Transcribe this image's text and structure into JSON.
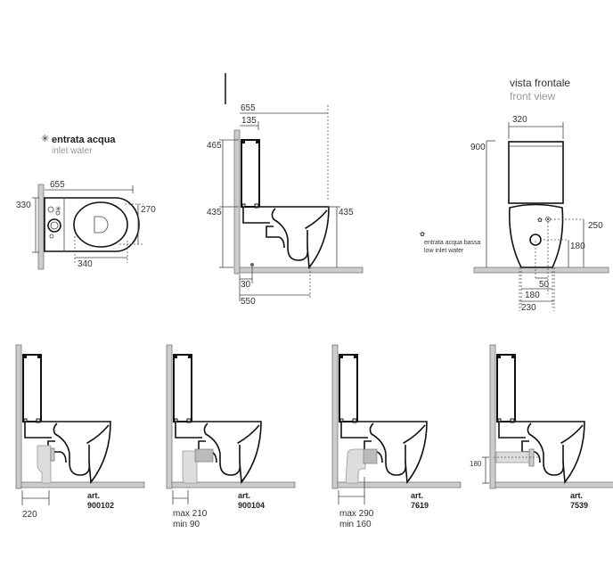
{
  "plan_view": {
    "legend_it": "entrata acqua",
    "legend_en": "inlet water",
    "legend_icon": "asterisk-icon",
    "dim_length": "655",
    "dim_depth": "330",
    "dim_seat_width": "270",
    "dim_seat_offset": "340"
  },
  "side_view": {
    "dim_length": "655",
    "dim_tank_depth": "135",
    "dim_tank_height": "465",
    "dim_bowl_height_left": "435",
    "dim_bowl_height_right": "435",
    "dim_inlet_offset": "30",
    "dim_outlet_offset": "550"
  },
  "front_view": {
    "title_it": "vista frontale",
    "title_en": "front view",
    "dim_width": "320",
    "dim_total_height": "900",
    "dim_inlet_height": "250",
    "dim_outlet_height": "180",
    "dim_offset": "50",
    "dim_base_inner": "180",
    "dim_base_outer": "230",
    "low_inlet_it": "entrata acqua bassa",
    "low_inlet_en": "low inlet water"
  },
  "variants": [
    {
      "art_label": "art.",
      "art_code": "900102",
      "dim_line1": "220",
      "dim_line2": ""
    },
    {
      "art_label": "art.",
      "art_code": "900104",
      "dim_line1": "max 210",
      "dim_line2": "min  90"
    },
    {
      "art_label": "art.",
      "art_code": "7619",
      "dim_line1": "max 290",
      "dim_line2": "min  160"
    },
    {
      "art_label": "art.",
      "art_code": "7539",
      "dim_line1": "180",
      "dim_line2": ""
    }
  ]
}
